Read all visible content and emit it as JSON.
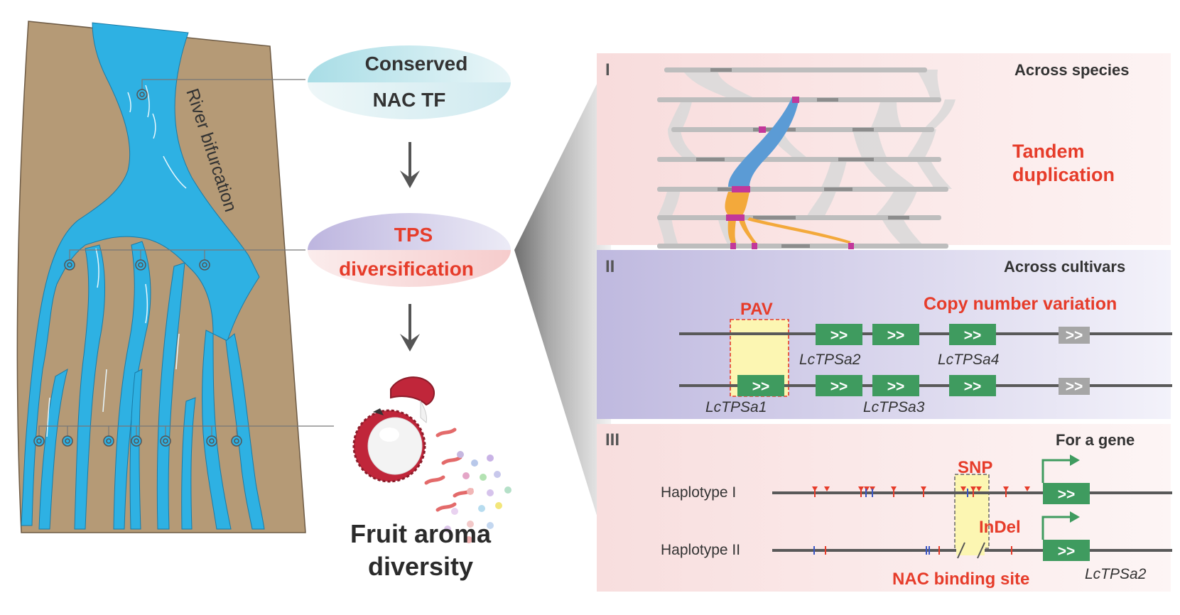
{
  "left": {
    "river_label": "River bifurcation",
    "colors": {
      "land": "#b59a76",
      "river": "#2eb1e3",
      "node_ring": "#555555"
    }
  },
  "middle": {
    "top_line1": "Conserved",
    "top_line2": "NAC TF",
    "mid_line1": "TPS",
    "mid_line2": "diversification",
    "bottom_line1": "Fruit aroma",
    "bottom_line2": "diversity"
  },
  "panel1": {
    "numeral": "I",
    "title": "Across species",
    "label_line1": "Tandem",
    "label_line2": "duplication",
    "colors": {
      "bg": "#f9e6e6",
      "blue": "#5b9bd5",
      "orange": "#f3a93b",
      "magenta": "#c2379a"
    }
  },
  "panel2": {
    "numeral": "II",
    "title": "Across cultivars",
    "pav": "PAV",
    "cnv": "Copy number variation",
    "gene_arrow": ">>",
    "genes": [
      "LcTPSa2",
      "LcTPSa4",
      "LcTPSa1",
      "LcTPSa3"
    ],
    "colors": {
      "bg": "#c9c4e2",
      "gene": "#3f9b5f",
      "gray_gene": "#a6a6a6"
    }
  },
  "panel3": {
    "numeral": "III",
    "title": "For a gene",
    "hap1": "Haplotype I",
    "hap2": "Haplotype II",
    "snp": "SNP",
    "indel": "InDel",
    "nac_site": "NAC binding site",
    "gene_arrow": ">>",
    "gene": "LcTPSa2",
    "colors": {
      "bg": "#fbeaea",
      "red": "#e63c2a"
    }
  }
}
